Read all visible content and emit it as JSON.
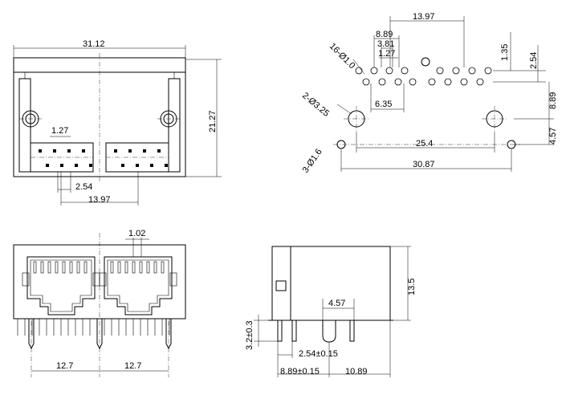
{
  "views": {
    "top": {
      "width_total": "31.12",
      "height_total": "21.27",
      "pin_pitch": "1.27",
      "pin_row_offset": "2.54",
      "port_spacing": "13.97"
    },
    "footprint": {
      "width_top": "13.97",
      "pitch_889": "8.89",
      "pitch_381": "3.81",
      "pitch_127": "1.27",
      "pitch_635": "6.35",
      "pin_holes": "16-Ø1.0",
      "mount_holes": "2-Ø3.25",
      "small_holes": "3-Ø1.6",
      "row_135": "1.35",
      "row_254": "2.54",
      "row_889": "8.89",
      "row_457": "4.57",
      "span_254": "25.4",
      "span_3087": "30.87"
    },
    "front": {
      "tab_width": "1.02",
      "port_pitch_left": "12.7",
      "port_pitch_right": "12.7"
    },
    "side": {
      "height": "13.5",
      "pin_length": "3.2±0.3",
      "offset_457": "4.57",
      "pitch_254": "2.54±0.15",
      "offset_889": "8.89±0.15",
      "offset_1089": "10.89"
    }
  }
}
